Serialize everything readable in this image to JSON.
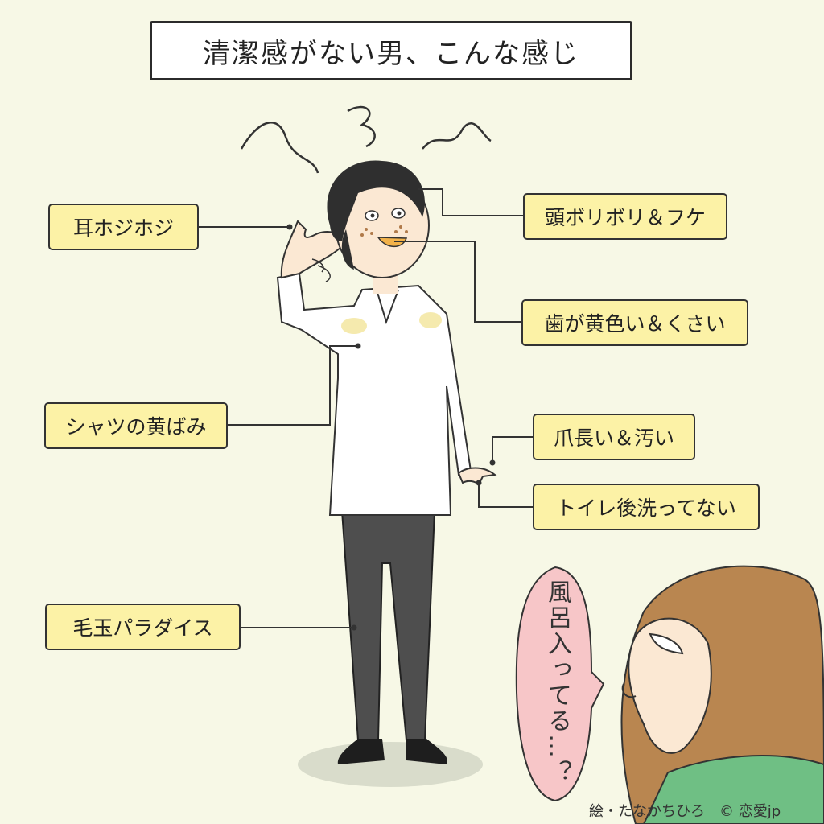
{
  "title": "清潔感がない男、こんな感じ",
  "labels": {
    "ear": "耳ホジホジ",
    "scalp": "頭ボリボリ＆フケ",
    "teeth": "歯が黄色い＆くさい",
    "shirt": "シャツの黄ばみ",
    "nails": "爪長い＆汚い",
    "toilet": "トイレ後洗ってない",
    "pants": "毛玉パラダイス"
  },
  "speech": "風呂入ってる…？",
  "credit": "絵・たなかちひろ　© 恋愛jp",
  "colors": {
    "background": "#f7f8e6",
    "label_fill": "#fcf2a6",
    "shirt": "#ffffff",
    "pants": "#4e4e4e",
    "hair": "#2f2f2f",
    "skin": "#fbe8d3",
    "woman_hair": "#b98650",
    "sweater": "#6fbf84",
    "bubble": "#f7c6c8"
  }
}
